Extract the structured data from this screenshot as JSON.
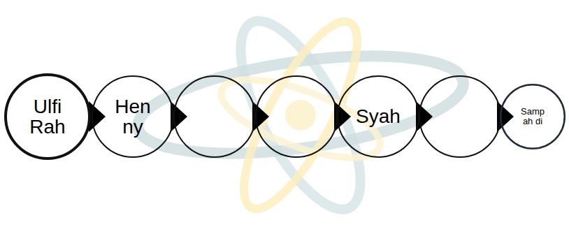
{
  "diagram": {
    "nodes": [
      {
        "text": [
          "Ulfi Rah"
        ]
      },
      {
        "text": [
          "Hen ny"
        ]
      },
      {
        "text": []
      },
      {
        "text": []
      },
      {
        "text": [
          "Syah"
        ]
      },
      {
        "text": []
      },
      {
        "text": [
          "Samp ah di"
        ]
      }
    ],
    "edges": [
      {
        "from": 0,
        "to": 1,
        "arrow": "to"
      },
      {
        "from": 1,
        "to": 2,
        "arrow": "to"
      },
      {
        "from": 2,
        "to": 3,
        "arrow": "to"
      },
      {
        "from": 3,
        "to": 4,
        "arrow": "to"
      },
      {
        "from": 4,
        "to": 5,
        "arrow": "to"
      },
      {
        "from": 5,
        "to": 6,
        "arrow": "to"
      }
    ]
  }
}
